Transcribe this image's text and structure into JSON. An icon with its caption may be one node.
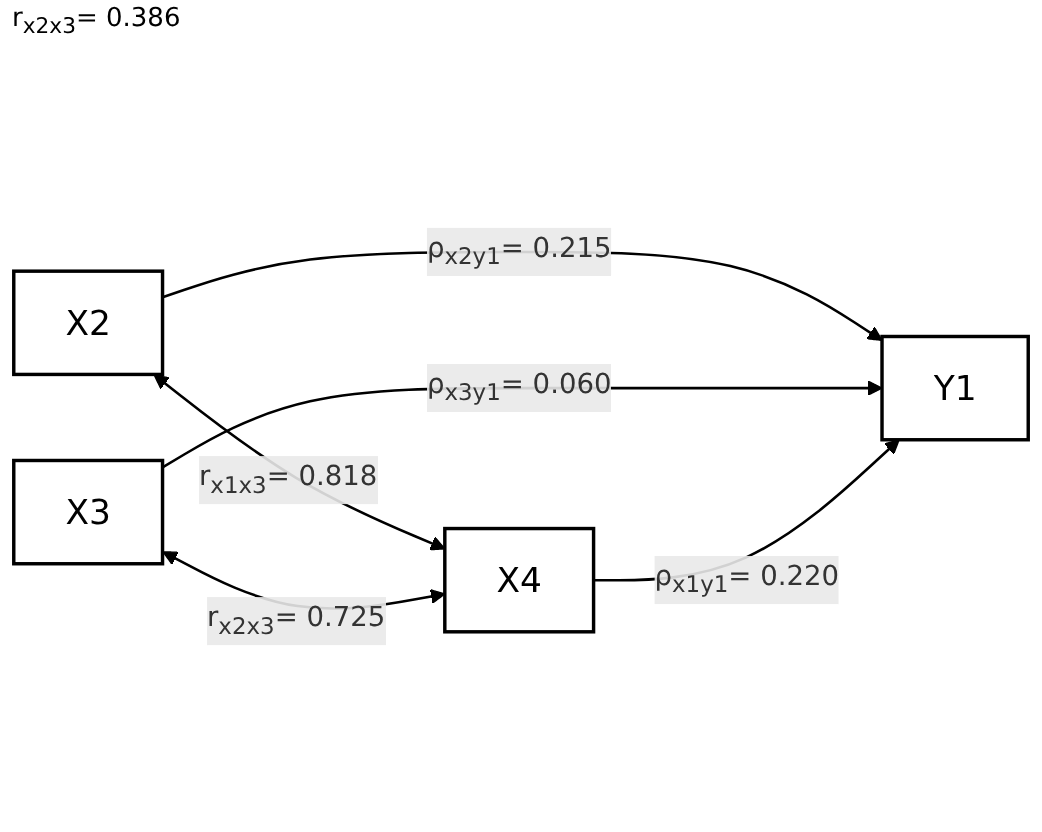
{
  "diagram": {
    "nodes": [
      {
        "text": [
          "X2"
        ]
      },
      {
        "text": [
          "Y1"
        ]
      },
      {
        "text": [
          "X3"
        ]
      },
      {
        "text": [
          "X4"
        ]
      }
    ],
    "edges": [
      {
        "from": 0,
        "to": 1,
        "arrow": "to",
        "label": "ρ$_{x2y1}$= 0.215"
      },
      {
        "from": 2,
        "to": 1,
        "arrow": "to",
        "label": "ρ$_{x3y1}$= 0.060"
      },
      {
        "from": 3,
        "to": 1,
        "arrow": "to",
        "label": "ρ$_{x1y1}$= 0.220"
      },
      {
        "from": 0,
        "to": 3,
        "arrow": "both",
        "label": "r$_{x1x3}$= 0.818"
      },
      {
        "from": 2,
        "to": 3,
        "arrow": "both",
        "label": "r$_{x2x3}$= 0.725"
      }
    ],
    "labels": [
      "r$_{x2x3}$= 0.386"
    ]
  }
}
